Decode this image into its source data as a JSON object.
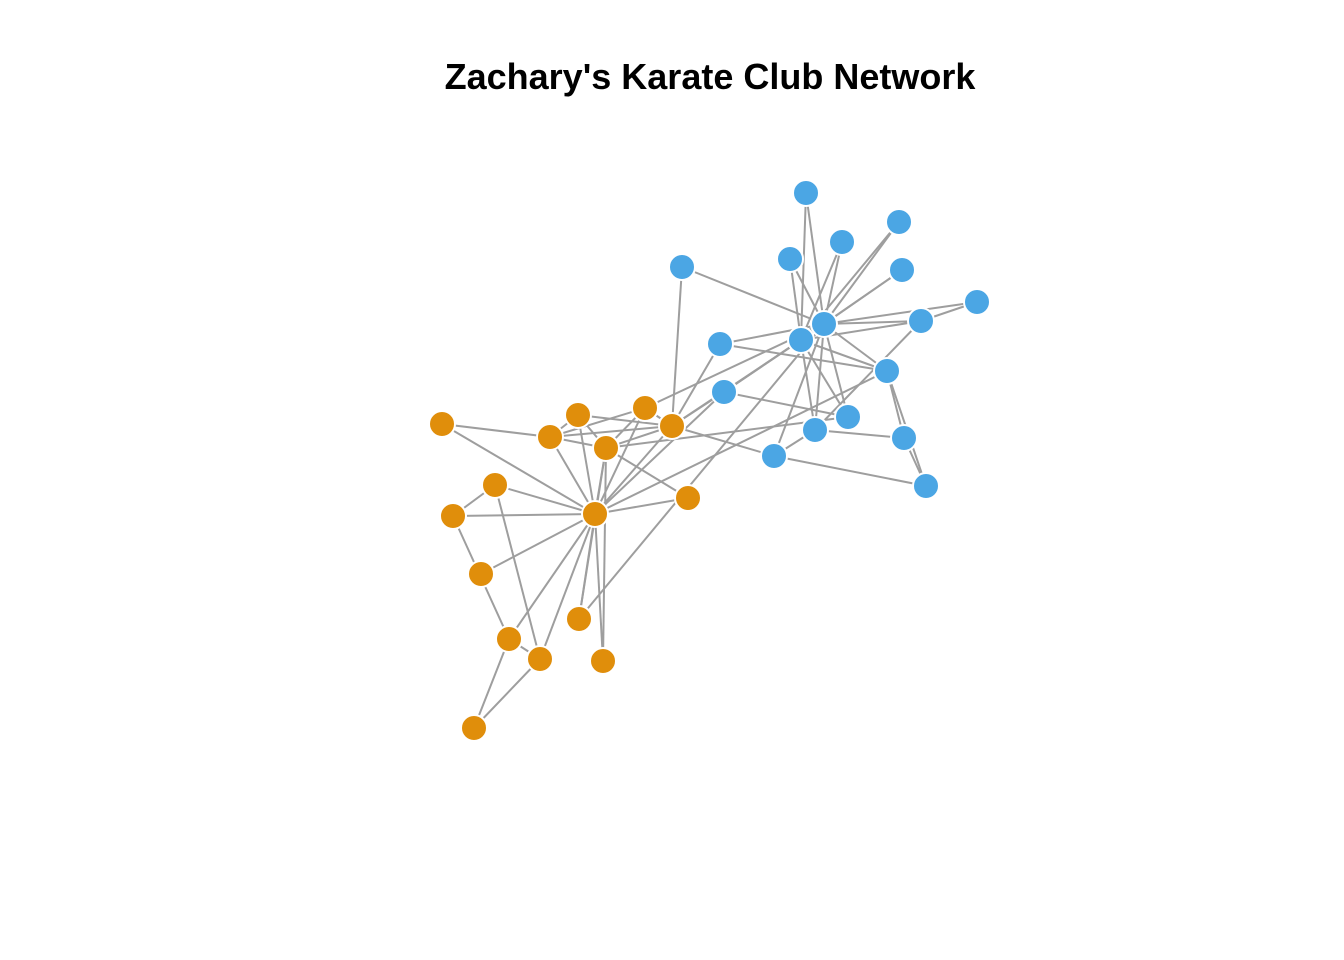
{
  "title": "Zachary's Karate Club Network",
  "colors": {
    "edge": "#9e9e9e",
    "node_stroke": "#ffffff",
    "group_1": "#E08E0B",
    "group_2": "#4BA6E4",
    "background": "#ffffff"
  },
  "graph": {
    "nodes": [
      {
        "id": 1,
        "group": 1
      },
      {
        "id": 2,
        "group": 1
      },
      {
        "id": 3,
        "group": 1
      },
      {
        "id": 4,
        "group": 1
      },
      {
        "id": 5,
        "group": 1
      },
      {
        "id": 6,
        "group": 1
      },
      {
        "id": 7,
        "group": 1
      },
      {
        "id": 8,
        "group": 1
      },
      {
        "id": 9,
        "group": 2
      },
      {
        "id": 10,
        "group": 2
      },
      {
        "id": 11,
        "group": 1
      },
      {
        "id": 12,
        "group": 1
      },
      {
        "id": 13,
        "group": 1
      },
      {
        "id": 14,
        "group": 1
      },
      {
        "id": 15,
        "group": 2
      },
      {
        "id": 16,
        "group": 2
      },
      {
        "id": 17,
        "group": 1
      },
      {
        "id": 18,
        "group": 1
      },
      {
        "id": 19,
        "group": 2
      },
      {
        "id": 20,
        "group": 1
      },
      {
        "id": 21,
        "group": 2
      },
      {
        "id": 22,
        "group": 1
      },
      {
        "id": 23,
        "group": 2
      },
      {
        "id": 24,
        "group": 2
      },
      {
        "id": 25,
        "group": 2
      },
      {
        "id": 26,
        "group": 2
      },
      {
        "id": 27,
        "group": 2
      },
      {
        "id": 28,
        "group": 2
      },
      {
        "id": 29,
        "group": 2
      },
      {
        "id": 30,
        "group": 2
      },
      {
        "id": 31,
        "group": 2
      },
      {
        "id": 32,
        "group": 2
      },
      {
        "id": 33,
        "group": 2
      },
      {
        "id": 34,
        "group": 2
      }
    ],
    "edges": [
      [
        1,
        2
      ],
      [
        1,
        3
      ],
      [
        1,
        4
      ],
      [
        1,
        5
      ],
      [
        1,
        6
      ],
      [
        1,
        7
      ],
      [
        1,
        8
      ],
      [
        1,
        9
      ],
      [
        1,
        11
      ],
      [
        1,
        12
      ],
      [
        1,
        13
      ],
      [
        1,
        14
      ],
      [
        1,
        18
      ],
      [
        1,
        20
      ],
      [
        1,
        22
      ],
      [
        1,
        32
      ],
      [
        2,
        3
      ],
      [
        2,
        4
      ],
      [
        2,
        8
      ],
      [
        2,
        14
      ],
      [
        2,
        18
      ],
      [
        2,
        20
      ],
      [
        2,
        22
      ],
      [
        2,
        31
      ],
      [
        3,
        4
      ],
      [
        3,
        8
      ],
      [
        3,
        9
      ],
      [
        3,
        10
      ],
      [
        3,
        14
      ],
      [
        3,
        28
      ],
      [
        3,
        29
      ],
      [
        3,
        33
      ],
      [
        4,
        8
      ],
      [
        4,
        13
      ],
      [
        4,
        14
      ],
      [
        5,
        7
      ],
      [
        5,
        11
      ],
      [
        6,
        7
      ],
      [
        6,
        11
      ],
      [
        6,
        17
      ],
      [
        7,
        17
      ],
      [
        9,
        31
      ],
      [
        9,
        33
      ],
      [
        9,
        34
      ],
      [
        10,
        34
      ],
      [
        14,
        34
      ],
      [
        15,
        33
      ],
      [
        15,
        34
      ],
      [
        16,
        33
      ],
      [
        16,
        34
      ],
      [
        19,
        33
      ],
      [
        19,
        34
      ],
      [
        20,
        34
      ],
      [
        21,
        33
      ],
      [
        21,
        34
      ],
      [
        23,
        33
      ],
      [
        23,
        34
      ],
      [
        24,
        26
      ],
      [
        24,
        28
      ],
      [
        24,
        30
      ],
      [
        24,
        33
      ],
      [
        24,
        34
      ],
      [
        25,
        26
      ],
      [
        25,
        28
      ],
      [
        25,
        32
      ],
      [
        26,
        32
      ],
      [
        27,
        30
      ],
      [
        27,
        34
      ],
      [
        28,
        34
      ],
      [
        29,
        32
      ],
      [
        29,
        34
      ],
      [
        30,
        33
      ],
      [
        30,
        34
      ],
      [
        31,
        33
      ],
      [
        31,
        34
      ],
      [
        32,
        33
      ],
      [
        32,
        34
      ],
      [
        33,
        34
      ]
    ]
  }
}
